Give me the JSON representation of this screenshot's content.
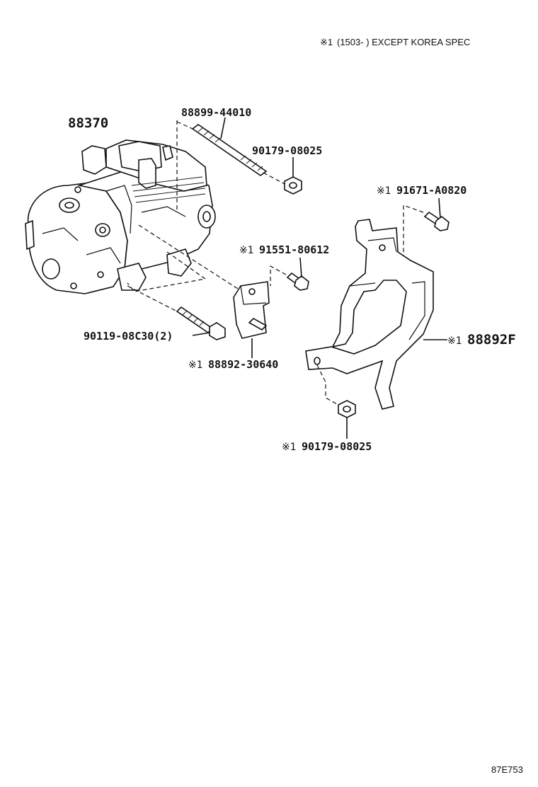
{
  "header_note": {
    "marker": "※1",
    "text": "(1503-      ) EXCEPT KOREA SPEC"
  },
  "labels": {
    "compressor": "88370",
    "stud_bolt": "88899-44010",
    "nut_upper": "90179-08025",
    "bolt_91671": "91671-A0820",
    "bolt_91551": "91551-80612",
    "bolt_90119": "90119-08C30(2)",
    "bracket_small": "88892-30640",
    "bracket_large": "88892F",
    "nut_lower": "90179-08025"
  },
  "markers": {
    "bolt_91671": "※1",
    "bolt_91551": "※1",
    "bracket_small": "※1",
    "bracket_large": "※1",
    "nut_lower": "※1"
  },
  "diagram_code": "87E753"
}
